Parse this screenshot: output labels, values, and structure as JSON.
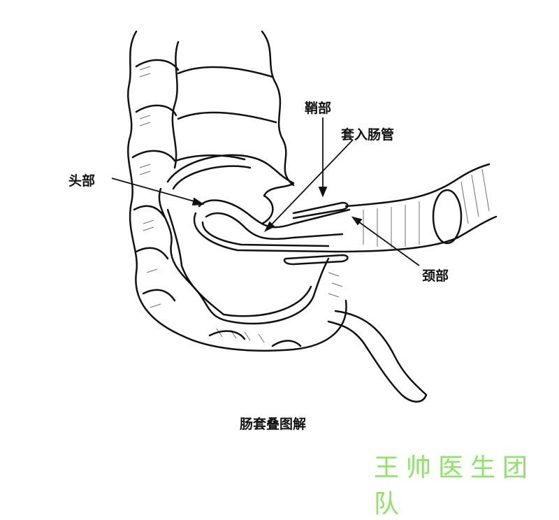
{
  "labels": {
    "sheath": "鞘部",
    "intussuscepted_bowel": "套入肠管",
    "head": "头部",
    "neck": "颈部"
  },
  "caption": "肠套叠图解",
  "watermark": "王帅医生团队",
  "colors": {
    "ink": "#111111",
    "watermark": "#8ee46a"
  }
}
